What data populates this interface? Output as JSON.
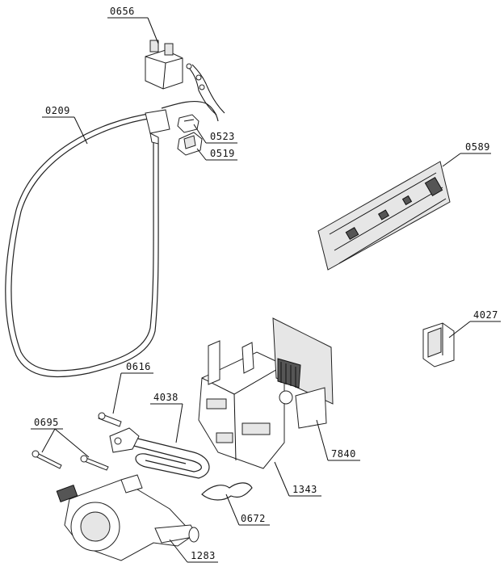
{
  "diagram": {
    "parts": [
      {
        "id": "p0656",
        "code": "0656"
      },
      {
        "id": "p0523",
        "code": "0523"
      },
      {
        "id": "p0519",
        "code": "0519"
      },
      {
        "id": "p0209",
        "code": "0209"
      },
      {
        "id": "p0589",
        "code": "0589"
      },
      {
        "id": "p4027",
        "code": "4027"
      },
      {
        "id": "p0616",
        "code": "0616"
      },
      {
        "id": "p4038",
        "code": "4038"
      },
      {
        "id": "p0695",
        "code": "0695"
      },
      {
        "id": "p7840",
        "code": "7840"
      },
      {
        "id": "p1343",
        "code": "1343"
      },
      {
        "id": "p0672",
        "code": "0672"
      },
      {
        "id": "p1283",
        "code": "1283"
      }
    ]
  }
}
